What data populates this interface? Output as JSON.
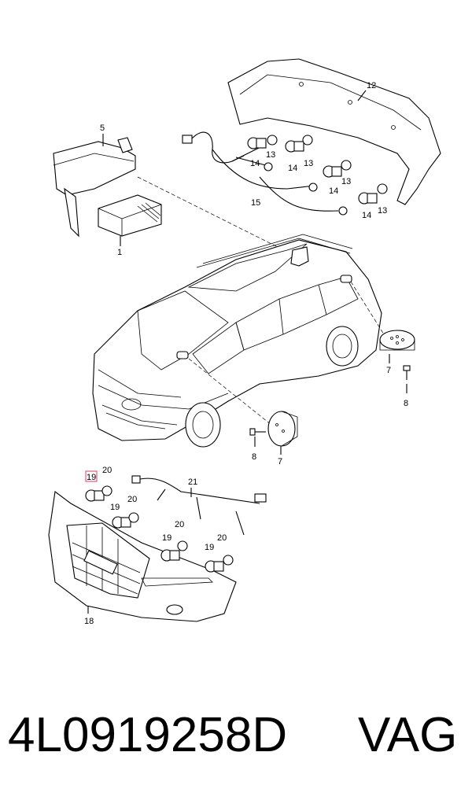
{
  "callouts": {
    "c1": "1",
    "c5": "5",
    "c12": "12",
    "c13a": "13",
    "c13b": "13",
    "c13c": "13",
    "c13d": "13",
    "c14a": "14",
    "c14b": "14",
    "c14c": "14",
    "c14d": "14",
    "c15": "15",
    "c7a": "7",
    "c7b": "7",
    "c8a": "8",
    "c8b": "8",
    "c19a": "19",
    "c19b": "19",
    "c19c": "19",
    "c19d": "19",
    "c20a": "20",
    "c20b": "20",
    "c20c": "20",
    "c20d": "20",
    "c21": "21",
    "c18": "18"
  },
  "footer": {
    "part_number": "4L0919258D",
    "brand": "VAG"
  },
  "highlight_color": "#e0607a"
}
